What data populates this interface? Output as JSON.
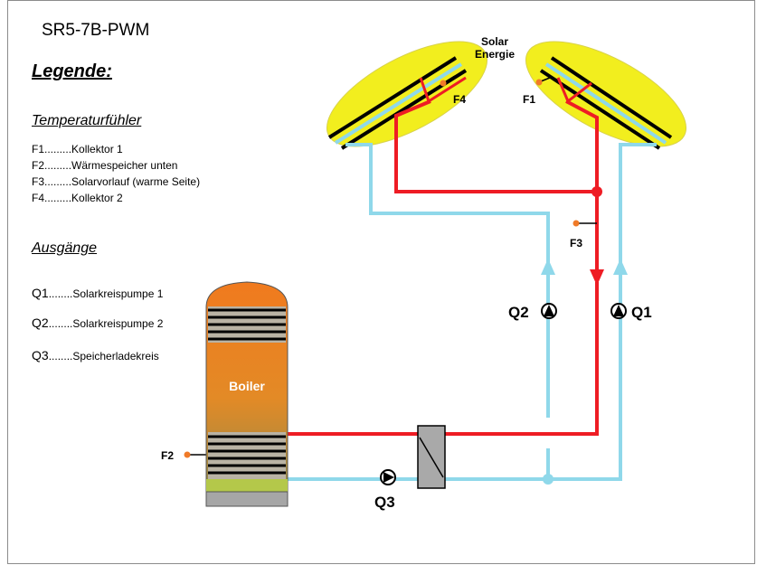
{
  "title": "SR5-7B-PWM",
  "legend": {
    "heading": "Legende:",
    "sensors_heading": "Temperaturfühler",
    "sensors": [
      {
        "code": "F1",
        "dots": ".........",
        "label": "Kollektor 1"
      },
      {
        "code": "F2",
        "dots": ".........",
        "label": "Wärmespeicher unten"
      },
      {
        "code": "F3",
        "dots": ".........",
        "label": "Solarvorlauf  (warme Seite)"
      },
      {
        "code": "F4",
        "dots": ".........",
        "label": "Kollektor 2"
      }
    ],
    "outputs_heading": "Ausgänge",
    "outputs": [
      {
        "code": "Q1",
        "dots": "........",
        "label": "Solarkreispumpe 1"
      },
      {
        "code": "Q2",
        "dots": "........",
        "label": "Solarkreispumpe 2"
      },
      {
        "code": "Q3",
        "dots": "........",
        "label": "Speicherladekreis"
      }
    ]
  },
  "diagram": {
    "solar_label_line1": "Solar",
    "solar_label_line2": "Energie",
    "boiler_label": "Boiler",
    "labels": {
      "f1": "F1",
      "f2": "F2",
      "f3": "F3",
      "f4": "F4",
      "q1": "Q1",
      "q2": "Q2",
      "q3": "Q3"
    },
    "colors": {
      "hot": "#ee1c24",
      "cold": "#8fd8ea",
      "sensor": "#f07a28",
      "halo": "#f2ee1e",
      "boiler_top": "#f07a1e",
      "boiler_bottom": "#9c8a48"
    }
  }
}
